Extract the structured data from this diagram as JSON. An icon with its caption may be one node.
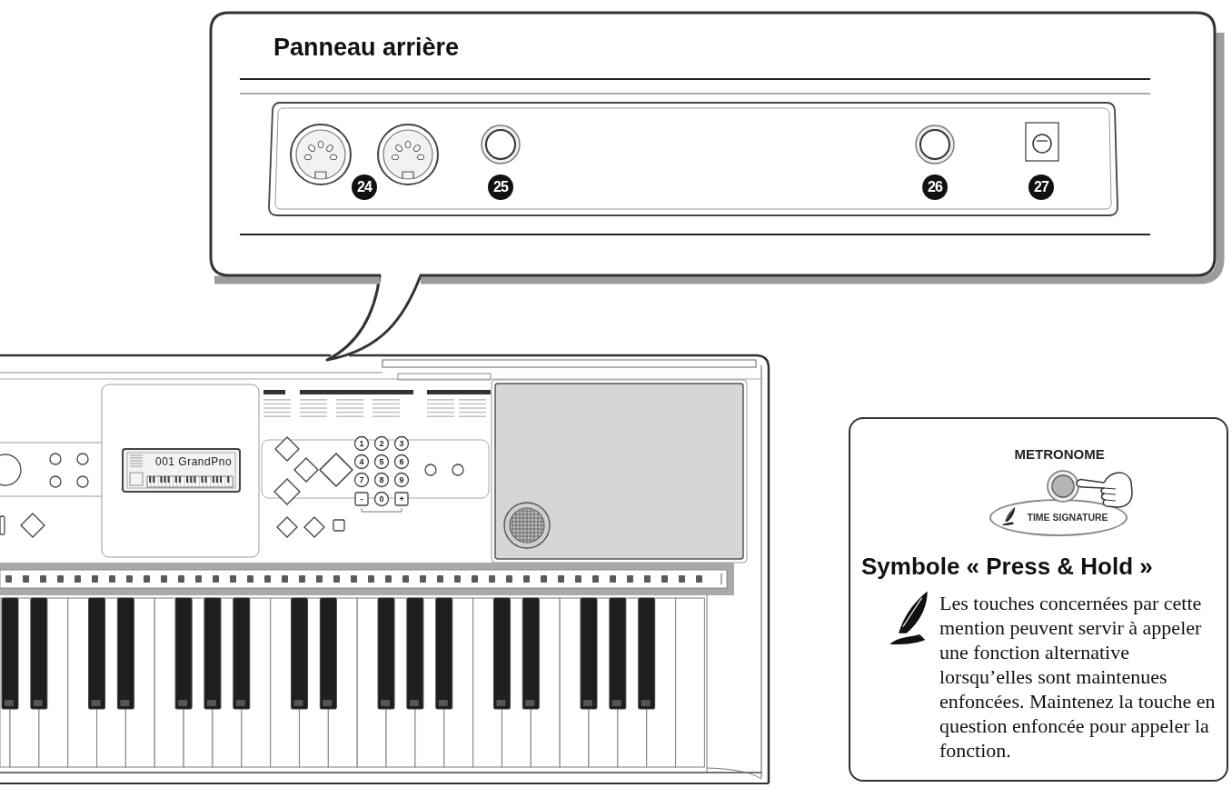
{
  "diagram": {
    "nodes": [
      {
        "text": [
          "Panneau arrière"
        ]
      },
      {
        "text": [],
        "shape": "picture"
      },
      {
        "text": [
          "Symbole « Press & Hold »",
          "Les touches concernées par cette mention peuvent servir à appeler une fonction alternative lorsqu’elles sont maintenues enfoncées. Maintenez la touche en question enfoncée pour appeler la fonction."
        ]
      }
    ],
    "edges": [
      {
        "from": 0,
        "to": 1,
        "arrow": "none"
      }
    ],
    "labels": [
      "24",
      "25",
      "26",
      "27",
      "001 GrandPno",
      "1",
      "2",
      "3",
      "4",
      "5",
      "6",
      "7",
      "8",
      "9",
      "-",
      "0",
      "+",
      "METRONOME",
      "TIME SIGNATURE"
    ]
  }
}
